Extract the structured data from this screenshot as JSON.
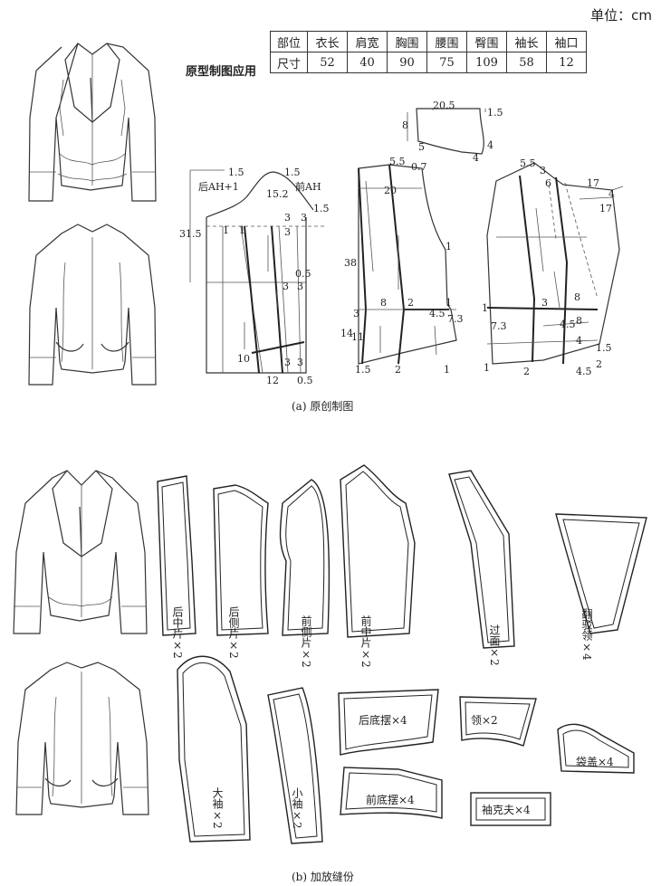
{
  "unit_label": "单位：cm",
  "prototype_label": "原型制图应用",
  "size_table": {
    "headers": [
      "部位",
      "衣长",
      "肩宽",
      "胸围",
      "腰围",
      "臀围",
      "袖长",
      "袖口"
    ],
    "values": [
      "尺寸",
      "52",
      "40",
      "90",
      "75",
      "109",
      "58",
      "12"
    ]
  },
  "caption_a": "(a)  原创制图",
  "caption_b": "(b)  加放缝份",
  "draft_labels": {
    "back_ah": "后AH+1",
    "front_ah": "前AH",
    "l1_5a": "1.5",
    "l1_5b": "1.5",
    "l15_2": "15.2",
    "l1_5c": "1.5",
    "l31_5": "31.5",
    "l1a": "1",
    "l1b": "1",
    "l3a": "3",
    "l3b": "3",
    "l3c": "3",
    "l0_5a": "0.5",
    "l3d": "3",
    "l3e": "3",
    "l10": "10",
    "l3f": "3",
    "l3g": "3",
    "l12": "12",
    "l0_5b": "0.5",
    "c20_5": "20.5",
    "c1_5": "1.5",
    "c8": "8",
    "c5": "5",
    "c4a": "4",
    "c4b": "4",
    "b5_5": "5.5",
    "b0_7": "0.7",
    "b20": "20",
    "b38": "38",
    "b1a": "1",
    "b8": "8",
    "b2": "2",
    "b1b": "1",
    "b3": "3",
    "b4_5": "4.5",
    "b7_3": "7.3",
    "b14": "14",
    "b11": "11",
    "b1_5": "1.5",
    "b2b": "2",
    "b1c": "1",
    "f5_5": "5.5",
    "f3a": "3",
    "f6": "6",
    "f17a": "17",
    "f4a": "4",
    "f17b": "17",
    "f1a": "1",
    "f3b": "3",
    "f8a": "8",
    "f7_3": "7.3",
    "f4_5a": "4.5",
    "f8b": "8",
    "f4b": "4",
    "f1_5": "1.5",
    "f1b": "1",
    "f2": "2",
    "f4_5b": "4.5",
    "f2b": "2"
  },
  "pieces": {
    "back_center": "后中片×2",
    "back_side": "后侧片×2",
    "front_side": "前侧片×2",
    "front_center": "前中片×2",
    "facing": "过面×2",
    "lapel": "翻驳领×4",
    "big_sleeve": "大袖×2",
    "small_sleeve": "小袖×2",
    "back_hem": "后底摆×4",
    "collar": "领×2",
    "pocket_flap": "袋盖×4",
    "front_hem": "前底摆×4",
    "cuff": "袖克夫×4"
  }
}
